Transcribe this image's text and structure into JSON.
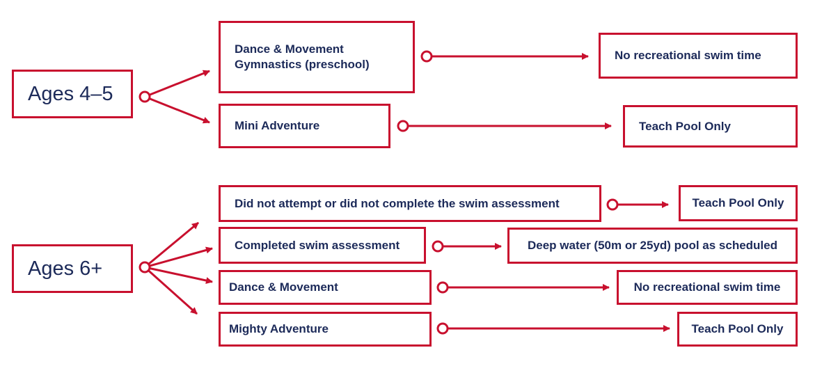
{
  "colors": {
    "accent": "#c8102e",
    "text": "#1c2a59",
    "background": "#ffffff"
  },
  "groups": [
    {
      "age_label": "Ages 4–5",
      "rows": [
        {
          "program": [
            "Dance & Movement",
            "Gymnastics (preschool)"
          ],
          "outcome": "No recreational swim time"
        },
        {
          "program": [
            "Mini Adventure"
          ],
          "outcome": "Teach Pool Only"
        }
      ]
    },
    {
      "age_label": "Ages 6+",
      "rows": [
        {
          "program": [
            "Did not attempt or did not complete the swim assessment"
          ],
          "outcome": "Teach Pool Only"
        },
        {
          "program": [
            "Completed swim assessment"
          ],
          "outcome": "Deep water (50m or 25yd) pool as scheduled"
        },
        {
          "program": [
            "Dance & Movement"
          ],
          "outcome": "No recreational swim time"
        },
        {
          "program": [
            "Mighty Adventure"
          ],
          "outcome": "Teach Pool Only"
        }
      ]
    }
  ]
}
